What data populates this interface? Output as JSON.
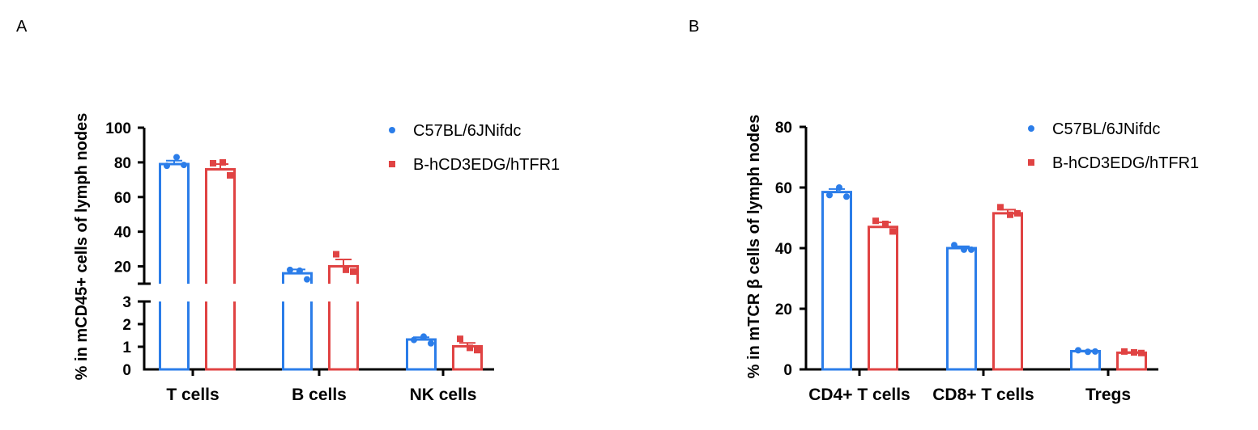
{
  "colors": {
    "wild_type": "#2b7de9",
    "humanized": "#e04343",
    "axis": "#000000"
  },
  "chart_data": [
    {
      "type": "bar",
      "panel_label": "A",
      "ylabel": "% in mCD45+ cells of lymph nodes",
      "categories": [
        "T cells",
        "B cells",
        "NK cells"
      ],
      "y_broken": true,
      "lower_ylim": [
        0,
        3
      ],
      "lower_ticks": [
        "0",
        "1",
        "2",
        "3"
      ],
      "upper_ylim": [
        10,
        100
      ],
      "upper_ticks": [
        "20",
        "40",
        "60",
        "80",
        "100"
      ],
      "grid": false,
      "legend_position": "top-right",
      "series": [
        {
          "name": "C57BL/6JNifdc",
          "marker": "circle",
          "values": [
            79.0,
            16.0,
            1.32
          ],
          "sem": [
            2.0,
            2.2,
            0.1
          ],
          "points": [
            [
              78.0,
              83.0,
              78.5
            ],
            [
              18.0,
              17.5,
              12.5
            ],
            [
              1.3,
              1.45,
              1.15
            ]
          ]
        },
        {
          "name": "B-hCD3EDG/hTFR1",
          "marker": "square",
          "values": [
            76.0,
            20.0,
            1.02
          ],
          "sem": [
            3.0,
            4.0,
            0.15
          ],
          "points": [
            [
              79.5,
              80.0,
              72.5
            ],
            [
              27.0,
              18.0,
              17.0
            ],
            [
              1.35,
              0.95,
              0.85
            ]
          ]
        }
      ]
    },
    {
      "type": "bar",
      "panel_label": "B",
      "ylabel": "% in mTCR β cells of lymph nodes",
      "categories": [
        "CD4+ T cells",
        "CD8+ T cells",
        "Tregs"
      ],
      "ylim": [
        0,
        80
      ],
      "ticks": [
        "0",
        "20",
        "40",
        "60",
        "80"
      ],
      "grid": false,
      "legend_position": "top-right",
      "series": [
        {
          "name": "C57BL/6JNifdc",
          "marker": "circle",
          "values": [
            58.5,
            40.0,
            6.0
          ],
          "sem": [
            1.0,
            0.6,
            0.2
          ],
          "points": [
            [
              57.5,
              60.0,
              57.0
            ],
            [
              41.0,
              39.5,
              39.5
            ],
            [
              6.3,
              5.8,
              5.9
            ]
          ]
        },
        {
          "name": "B-hCD3EDG/hTFR1",
          "marker": "square",
          "values": [
            47.0,
            51.5,
            5.5
          ],
          "sem": [
            1.5,
            1.2,
            0.2
          ],
          "points": [
            [
              49.0,
              48.0,
              45.5
            ],
            [
              53.5,
              51.0,
              51.5
            ],
            [
              5.9,
              5.6,
              5.4
            ]
          ]
        }
      ]
    }
  ]
}
